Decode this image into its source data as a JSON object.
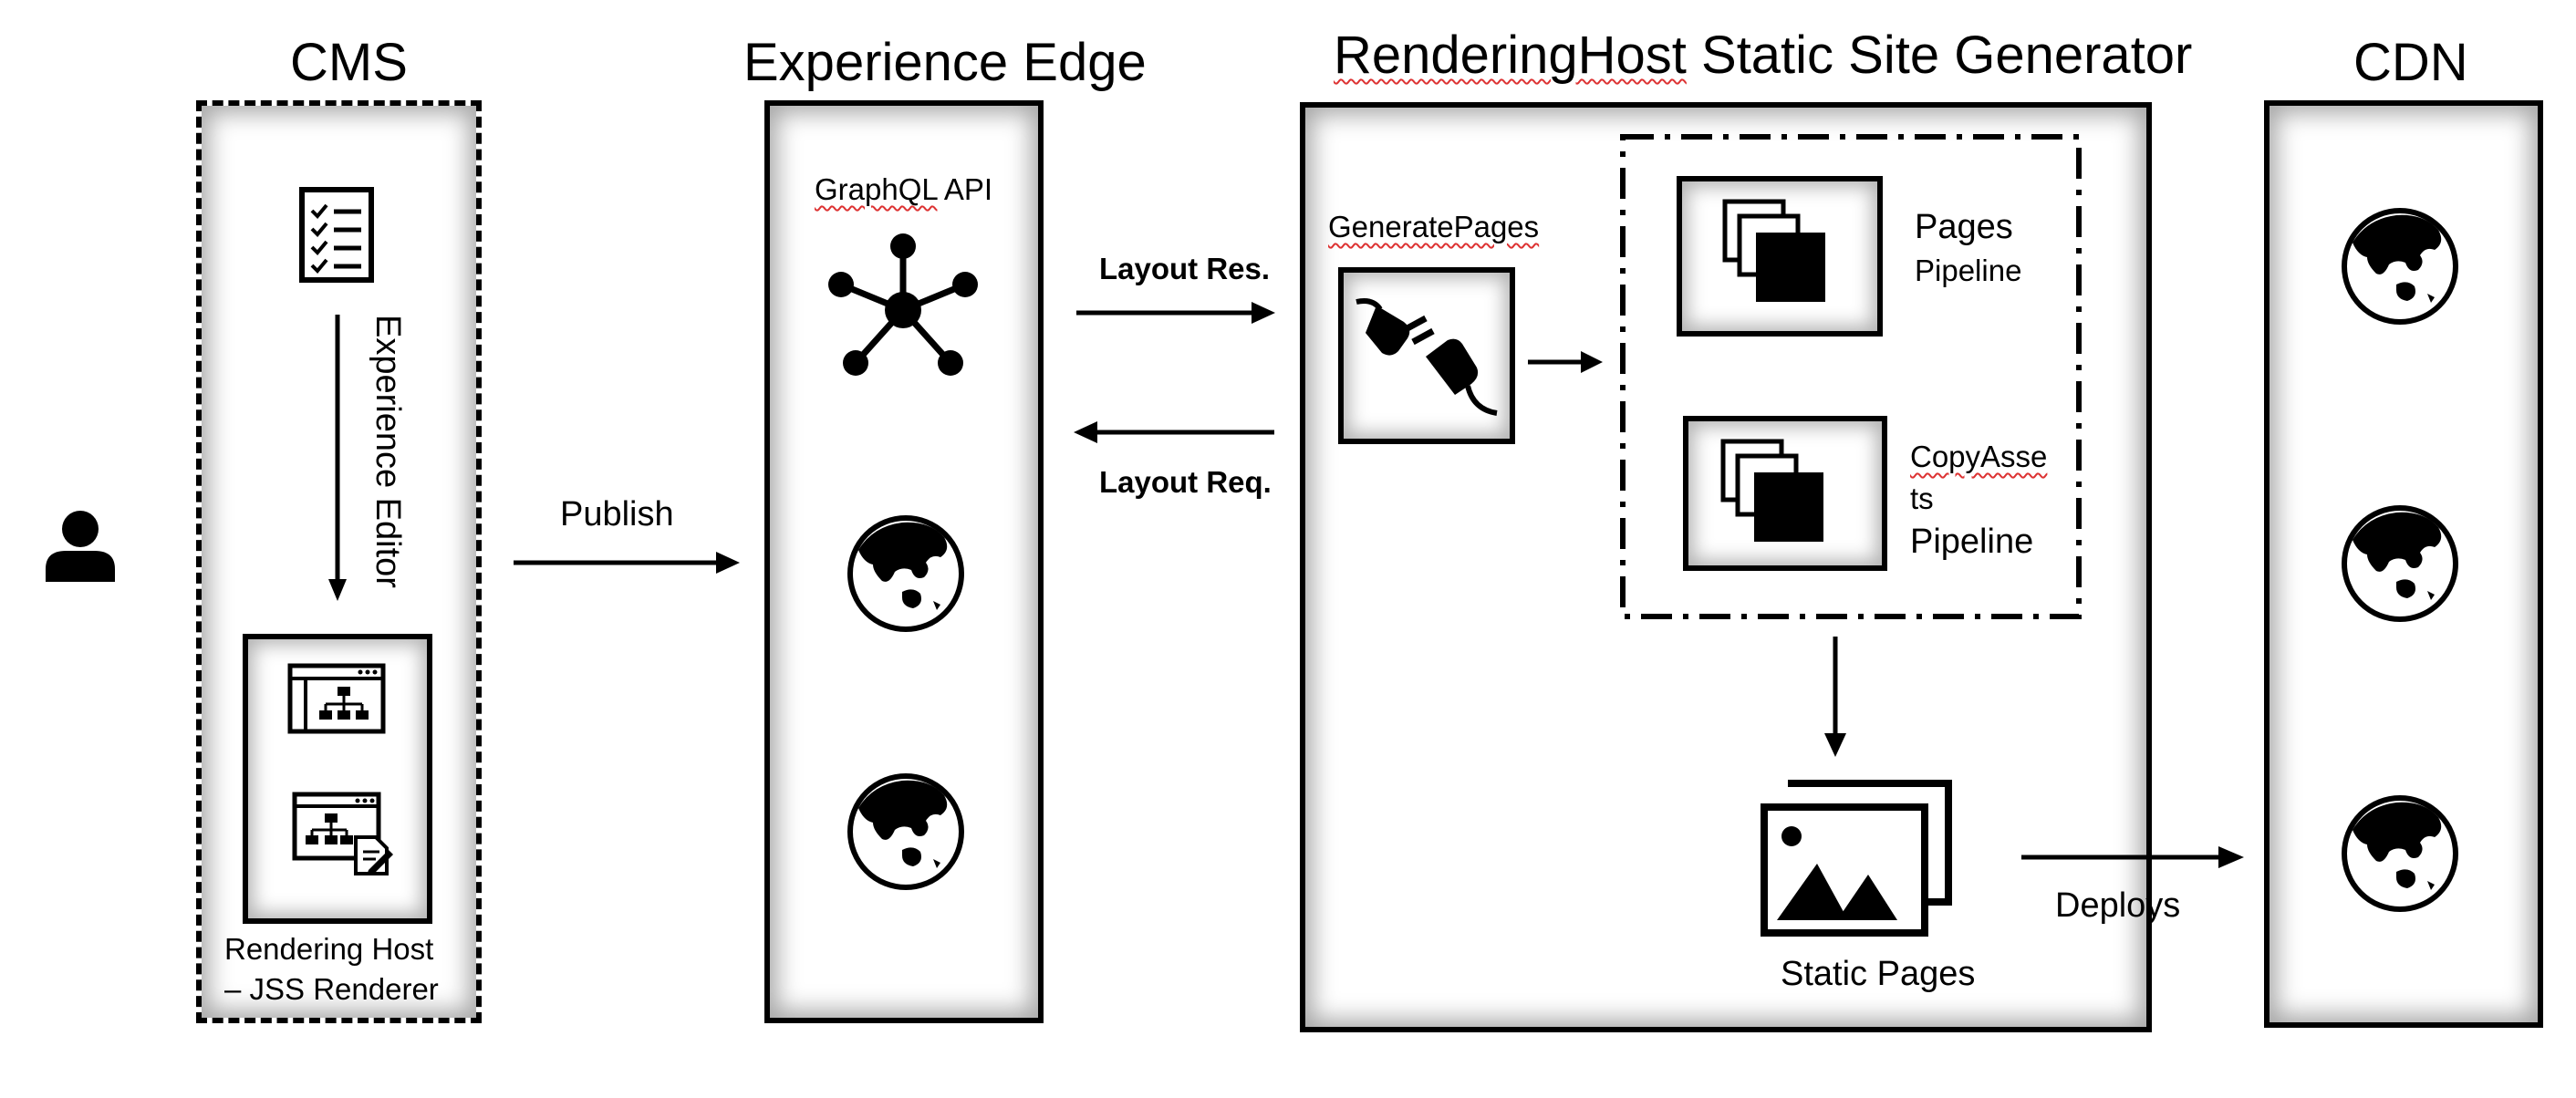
{
  "columns": {
    "cms": {
      "title": "CMS"
    },
    "edge": {
      "title": "Experience Edge"
    },
    "ssg": {
      "title_part1": "RenderingHost",
      "title_part2": " Static Site Generator"
    },
    "cdn": {
      "title": "CDN"
    }
  },
  "cms": {
    "experience_editor": "Experience Editor",
    "rendering_host_line1": "Rendering Host",
    "rendering_host_line2": "– JSS Renderer"
  },
  "edge": {
    "graphql_part1": "GraphQL",
    "graphql_part2": " API"
  },
  "arrows": {
    "publish": "Publish",
    "layout_res": "Layout Res.",
    "layout_req": "Layout Req.",
    "deploys": "Deploys"
  },
  "ssg": {
    "generate_pages": "GeneratePages",
    "pages_pipeline_line1": "Pages",
    "pages_pipeline_line2": "Pipeline",
    "copyassets_line1": "CopyAsse",
    "copyassets_line2": "ts",
    "copyassets_line3": "Pipeline",
    "static_pages": "Static Pages"
  },
  "icons": {
    "user": "user-icon",
    "checklist": "checklist-icon",
    "sitemap_window": "sitemap-window-icon",
    "sitemap_edit": "sitemap-edit-icon",
    "graphql": "graphql-network-icon",
    "globe": "globe-icon",
    "plug": "plug-icon",
    "layers": "layers-icon",
    "images": "image-gallery-icon"
  }
}
